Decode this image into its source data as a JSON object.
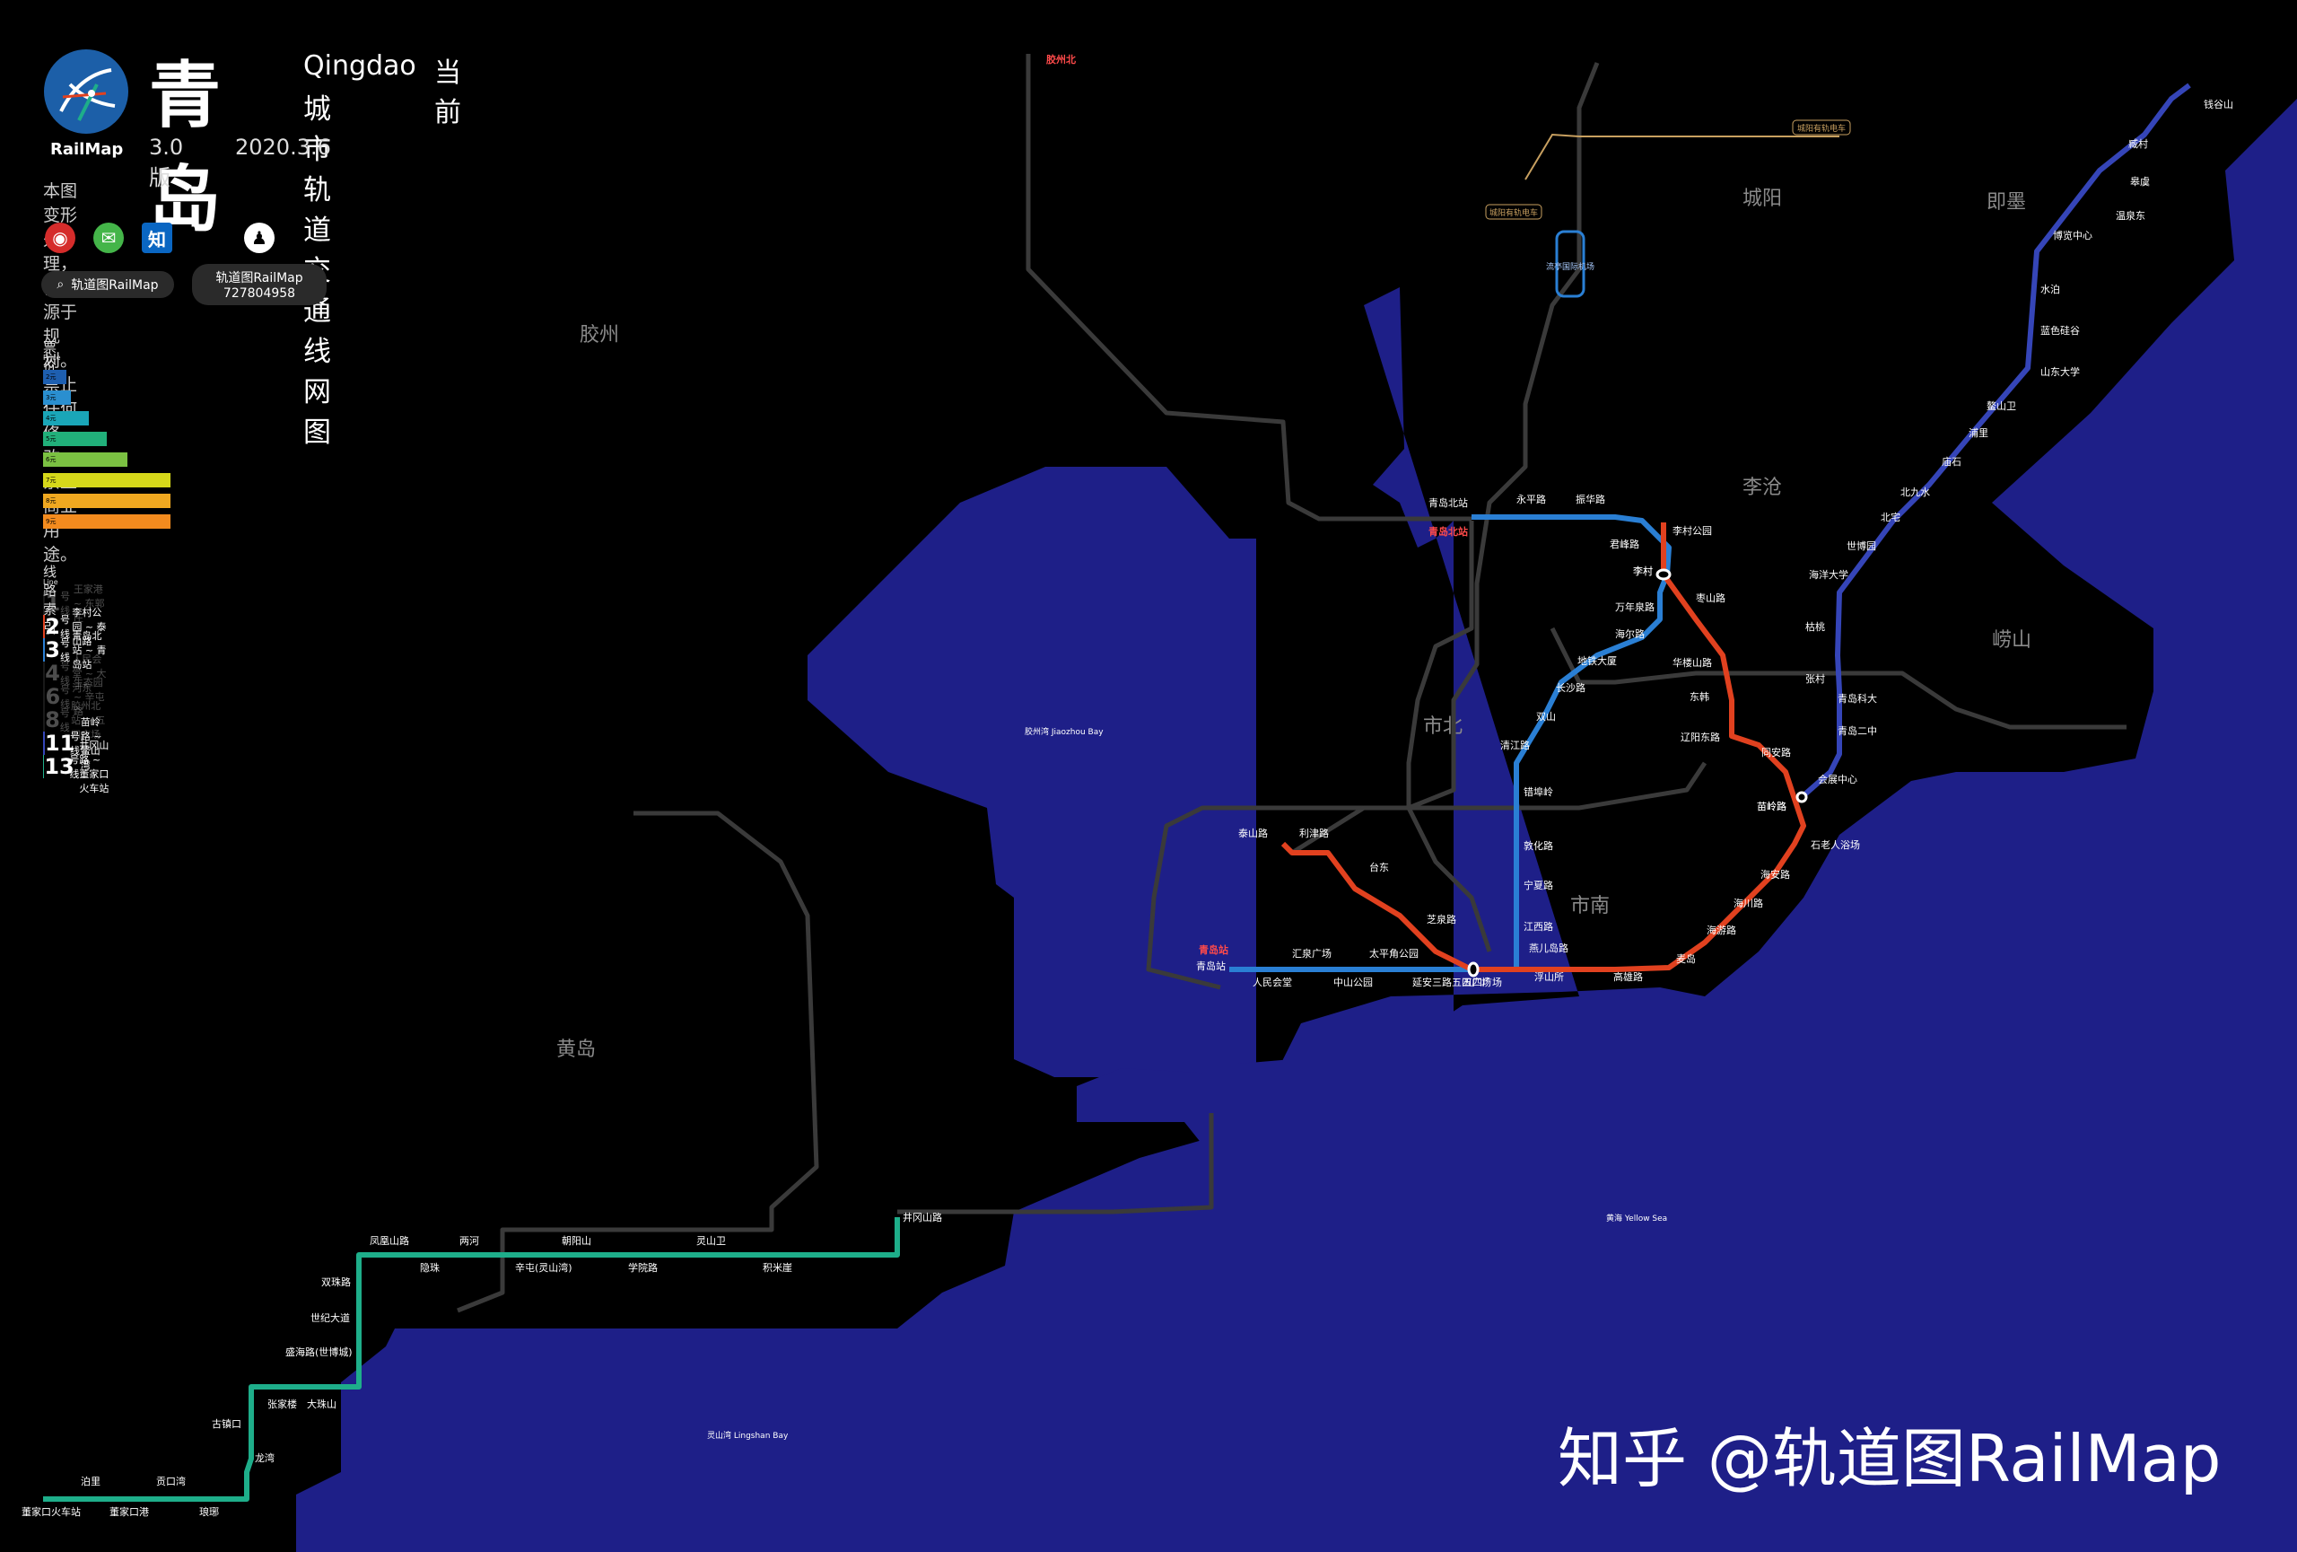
{
  "header": {
    "title_cn": "青岛",
    "title_en": "Qingdao",
    "current": "当前",
    "subtitle": "城市轨道交通线网图",
    "version": "3.0版",
    "date": "2020.3.6",
    "brand": "RailMap",
    "notice": "本图变形处理，信息源于规划。禁止任何修改，禁止商业用途。"
  },
  "social": {
    "zhihu": "知",
    "search_label": "轨道图RailMap",
    "qq_label": "轨道图RailMap",
    "qq_number": "727804958"
  },
  "fare": {
    "title": "票价",
    "subtitle": "Price",
    "levels": [
      {
        "label": "2元",
        "color": "#1e5fb0",
        "fraction": 0.18
      },
      {
        "label": "3元",
        "color": "#2a8fd0",
        "fraction": 0.22
      },
      {
        "label": "4元",
        "color": "#1aa6b8",
        "fraction": 0.36
      },
      {
        "label": "5元",
        "color": "#21b07a",
        "fraction": 0.5
      },
      {
        "label": "6元",
        "color": "#7bc142",
        "fraction": 0.66
      },
      {
        "label": "7元",
        "color": "#d6d81a",
        "fraction": 1.0
      },
      {
        "label": "8元",
        "color": "#f0a820",
        "fraction": 1.0
      },
      {
        "label": "9元",
        "color": "#f38b1e",
        "fraction": 1.0
      }
    ]
  },
  "lines_index": {
    "title": "线路索引",
    "subtitle": "Line",
    "hao": "号线",
    "items": [
      {
        "num": "1",
        "color": "#555555",
        "route": "王家港 ~ 东郭庄",
        "dim": true
      },
      {
        "num": "2",
        "color": "#e1411f",
        "route": "李村公园 ~ 泰山路",
        "dim": false
      },
      {
        "num": "3",
        "color": "#2a7fd4",
        "route": "青岛北站 ~ 青岛站",
        "dim": false
      },
      {
        "num": "4",
        "color": "#555555",
        "route": "人民会堂 ~ 大河东",
        "dim": true
      },
      {
        "num": "6",
        "color": "#555555",
        "route": "生态园 ~ 辛屯路",
        "dim": true
      },
      {
        "num": "8",
        "color": "#555555",
        "route": "胶州北站 ~ 五四广场",
        "dim": true
      },
      {
        "num": "11",
        "color": "#3545b8",
        "route": "苗岭路 ~ 鳌山湾",
        "dim": false
      },
      {
        "num": "13",
        "color": "#1eae8a",
        "route": "井冈山路 ~ 董家口火车站",
        "dim": false
      }
    ]
  },
  "map": {
    "districts": [
      "胶州",
      "黄岛",
      "城阳",
      "即墨",
      "李沧",
      "崂山",
      "市北",
      "市南"
    ],
    "water": [
      "胶州湾 Jiaozhou Bay",
      "黄海 Yellow Sea",
      "灵山湾 Lingshan Bay"
    ],
    "line2_stations": [
      "李村公园",
      "李村",
      "枣山路",
      "华楼山路",
      "东韩",
      "辽阳东路",
      "同安路",
      "苗岭路",
      "石老人浴场",
      "海安路",
      "海川路",
      "海游路",
      "麦岛",
      "高雄路",
      "燕儿岛路",
      "浮山所",
      "五四广场",
      "芝泉路",
      "台东",
      "利津路",
      "泰山路"
    ],
    "line3_stations": [
      "青岛北站",
      "永平路",
      "振华路",
      "君峰路",
      "李村",
      "万年泉路",
      "海尔路",
      "地铁大厦",
      "长沙路",
      "双山",
      "清江路",
      "错埠岭",
      "敦化路",
      "宁夏路",
      "江西路",
      "五四广场",
      "延安三路",
      "太平角公园",
      "中山公园",
      "汇泉广场",
      "人民会堂",
      "青岛站"
    ],
    "line11_stations": [
      "苗岭路",
      "会展中心",
      "青岛二中",
      "青岛科大",
      "张村",
      "枯桃",
      "海洋大学",
      "世博园",
      "北宅",
      "北九水",
      "庙石",
      "浦里",
      "鳌山卫",
      "山东大学",
      "蓝色硅谷",
      "水泊",
      "博览中心",
      "温泉东",
      "皋虞",
      "臧村",
      "钱谷山"
    ],
    "line13_stations": [
      "井冈山路",
      "积米崖",
      "灵山卫",
      "学院路",
      "朝阳山",
      "辛屯(灵山湾)",
      "两河",
      "隐珠",
      "凤凰山路",
      "双珠路",
      "世纪大道",
      "盛海路(世博城)",
      "大珠山",
      "张家楼",
      "古镇口",
      "龙湾",
      "琅琊",
      "贡口湾",
      "董家口港",
      "泊里",
      "董家口火车站"
    ],
    "highlight_stations": [
      "青岛北站",
      "青岛站",
      "胶州北"
    ],
    "tram_label": "城阳有轨电车",
    "airport_label": "流亭国际机场"
  },
  "watermark": "知乎 @轨道图RailMap"
}
